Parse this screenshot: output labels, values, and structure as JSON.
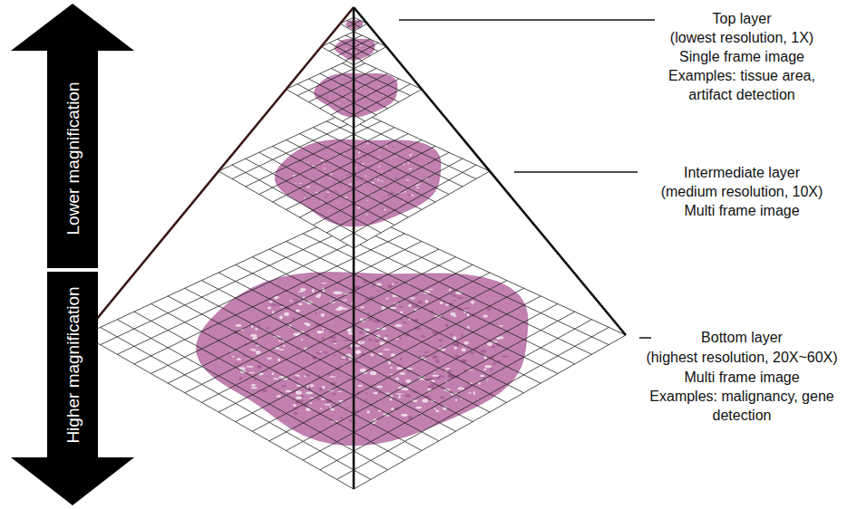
{
  "diagram": {
    "nodes": [
      {
        "text": [
          "Lower magnification"
        ]
      },
      {
        "text": [
          "Higher magnification"
        ]
      }
    ],
    "labels": [
      "Top layer",
      "(lowest resolution, 1X)",
      "Single frame image",
      "Examples: tissue area, artifact detection",
      "Intermediate layer",
      "(medium resolution, 10X)",
      "Multi frame image",
      "Bottom layer",
      "(highest resolution, 20X~60X)",
      "Multi frame image",
      "Examples: malignancy, gene detection"
    ]
  }
}
